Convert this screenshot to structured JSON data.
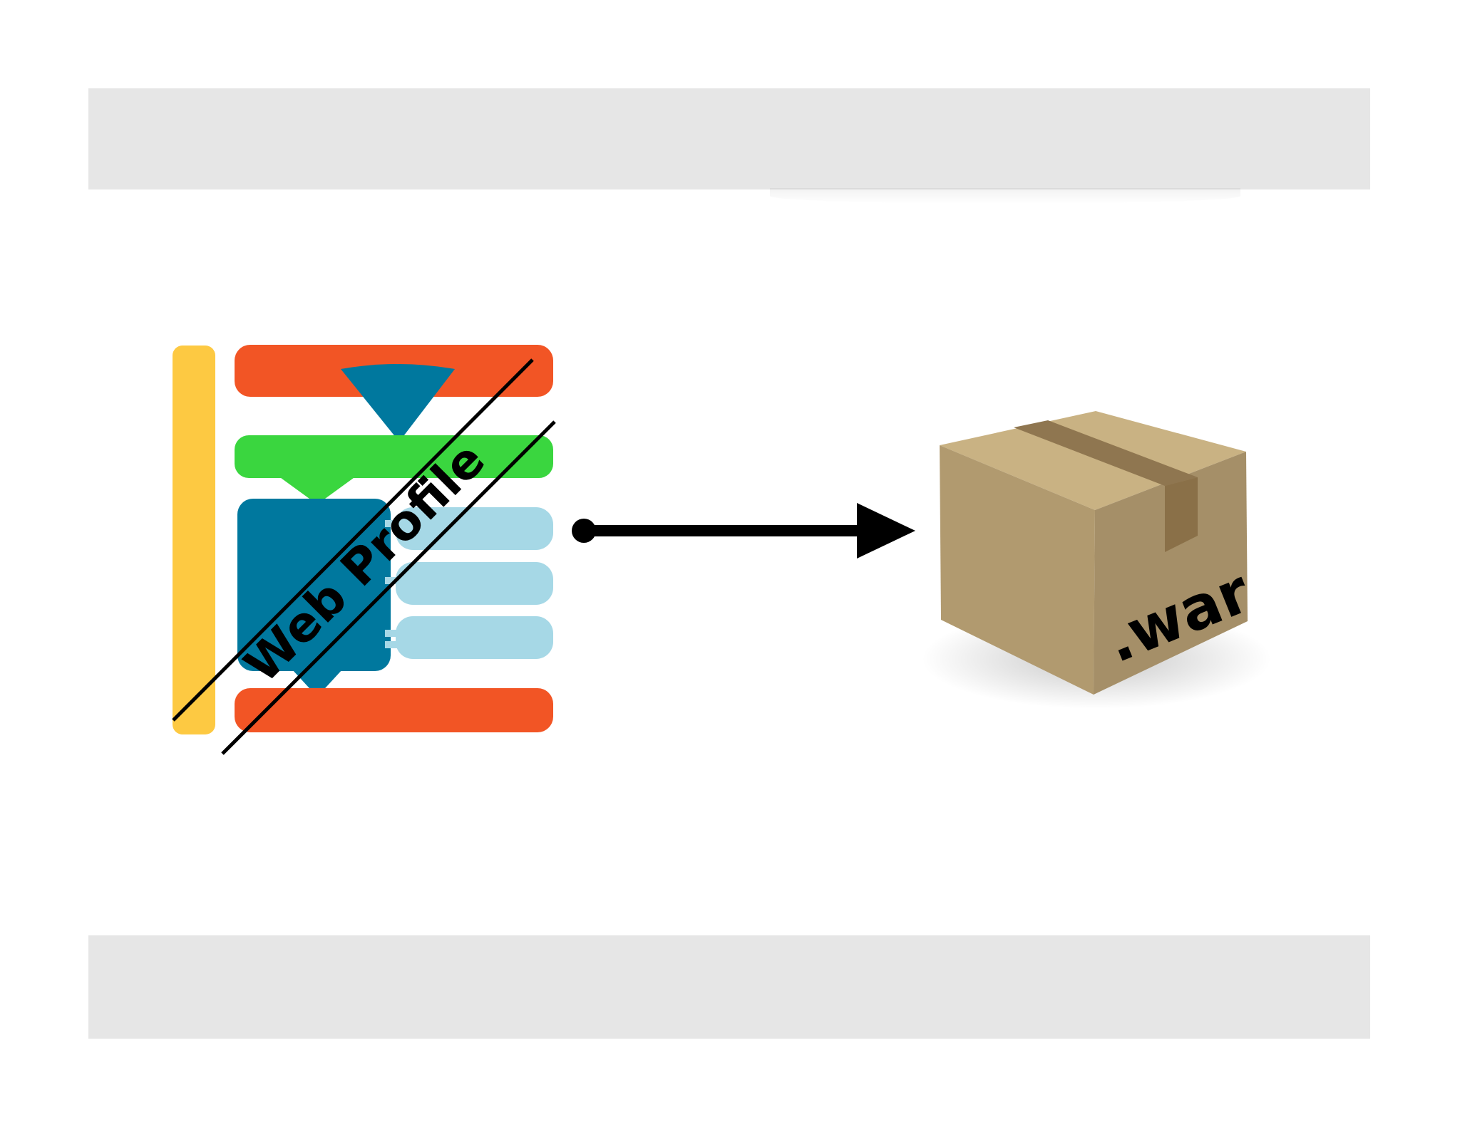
{
  "slide": {
    "logo": {
      "label": "Web Profile",
      "colors": {
        "orange": "#f25525",
        "green": "#3ad63f",
        "blue": "#00789e",
        "light_blue": "#a6d8e6",
        "yellow": "#fdc942"
      }
    },
    "connector": {
      "type": "arrow",
      "color": "#000000"
    },
    "package": {
      "icon": "cardboard-box-icon",
      "label": ".war",
      "colors": {
        "top": "#c9b283",
        "left": "#b19a6f",
        "right": "#a58f68",
        "tape": "#8f7650"
      }
    },
    "bands": {
      "color": "#e6e6e6"
    }
  }
}
